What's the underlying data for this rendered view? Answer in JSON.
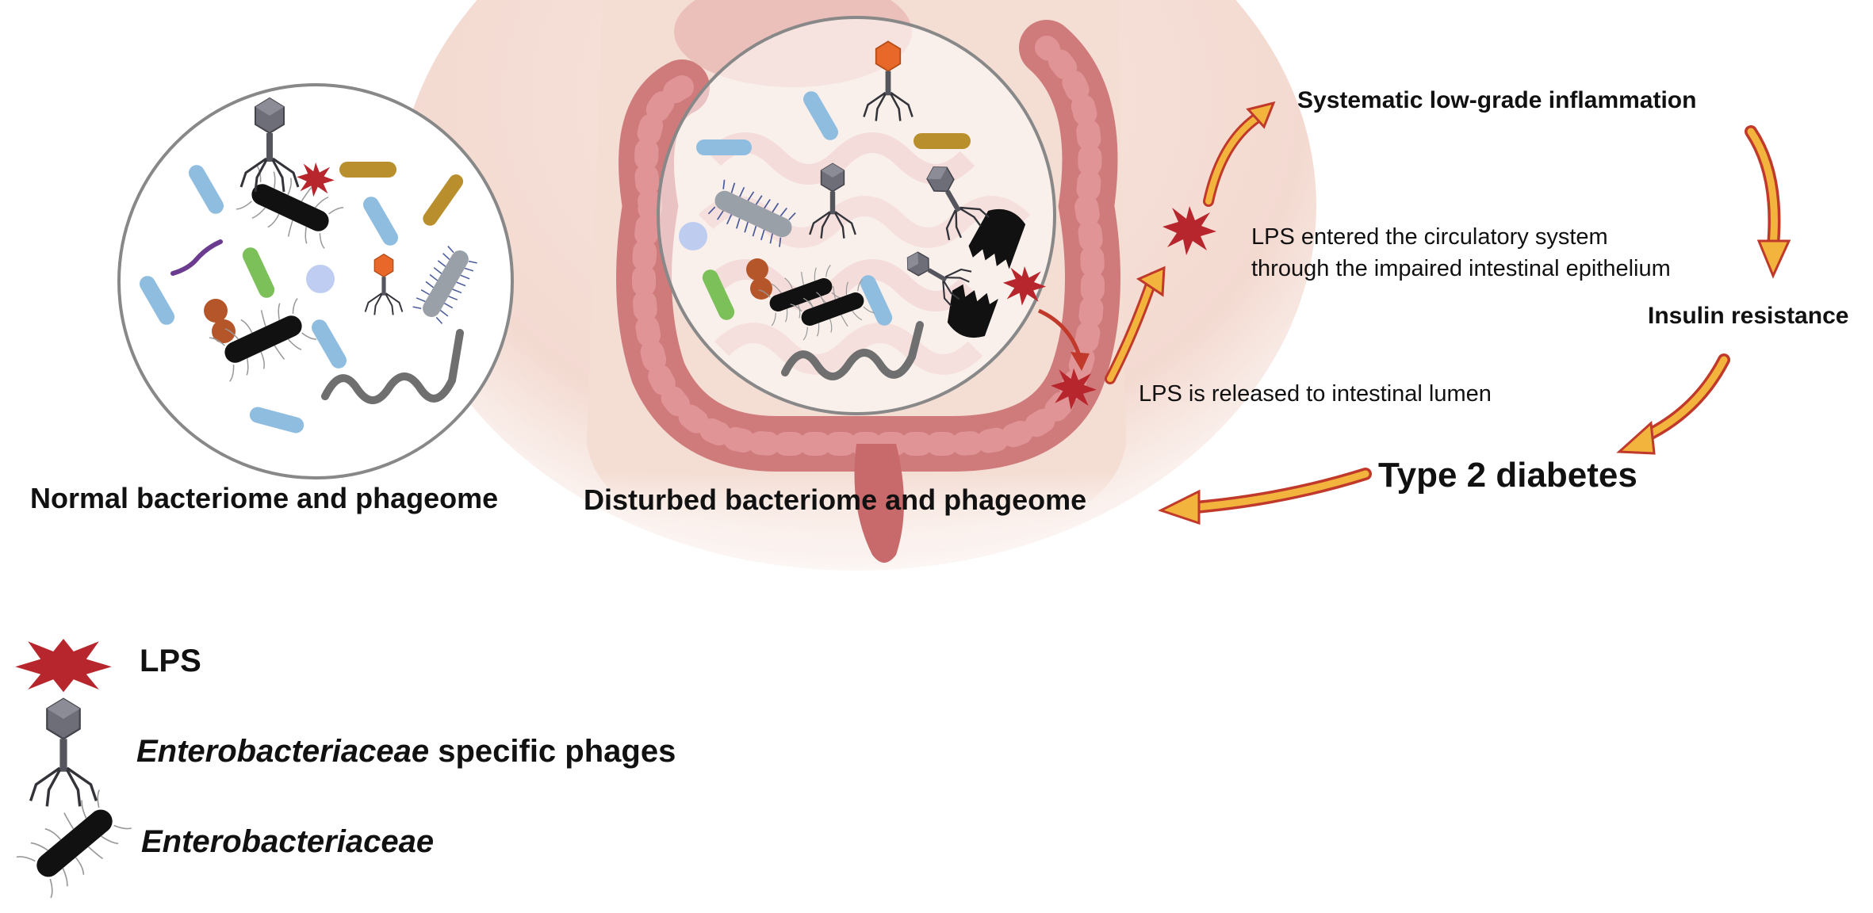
{
  "panels": {
    "normal_title": "Normal bacteriome and phageome",
    "disturbed_title": "Disturbed bacteriome and phageome"
  },
  "flow": {
    "inflammation": "Systematic low-grade inflammation",
    "insulin": "Insulin resistance",
    "diabetes": "Type 2 diabetes",
    "circulatory_line1": "LPS entered the circulatory system",
    "circulatory_line2": "through the impaired  intestinal epithelium",
    "released": "LPS is released to intestinal lumen"
  },
  "legend": {
    "lps": "LPS",
    "phages_italic": "Enterobacteriaceae",
    "phages_rest": " specific phages",
    "bacteria": "Enterobacteriaceae"
  },
  "colors": {
    "lps_red": "#b8262d",
    "arrow_fill": "#f2b43c",
    "arrow_edge": "#c0392b",
    "tissue": "#e6a9a8",
    "colon": "#c86a6c",
    "phage_grey": "#6e6e78",
    "phage_orange": "#e8682a",
    "rod_blue": "#8fbde0",
    "rod_gold": "#b98f2e",
    "rod_green": "#7cc05a",
    "cocci_brown": "#b5562a",
    "spiral_grey": "#6f6f6f",
    "enterobacteria": "#111111"
  }
}
